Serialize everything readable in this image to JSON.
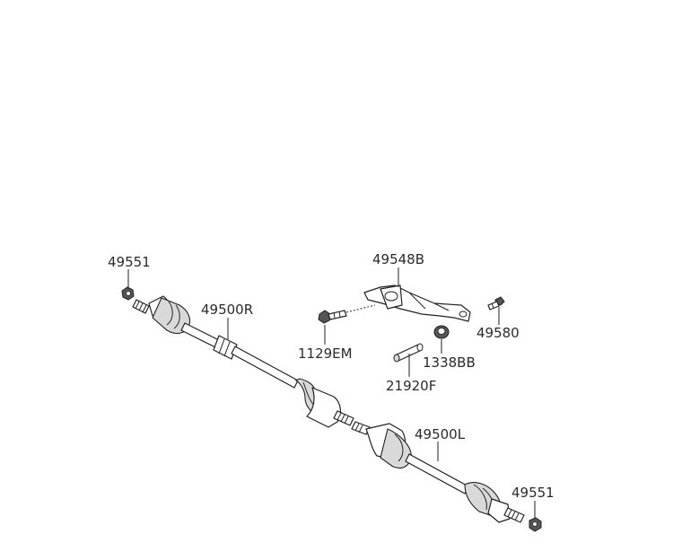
{
  "labels": {
    "nut_right": "49551",
    "bracket": "49548B",
    "shaft_right": "49500R",
    "bolt": "1129EM",
    "bolt_small": "49580",
    "bushing": "1338BB",
    "pin": "21920F",
    "shaft_left": "49500L",
    "nut_left": "49551"
  }
}
